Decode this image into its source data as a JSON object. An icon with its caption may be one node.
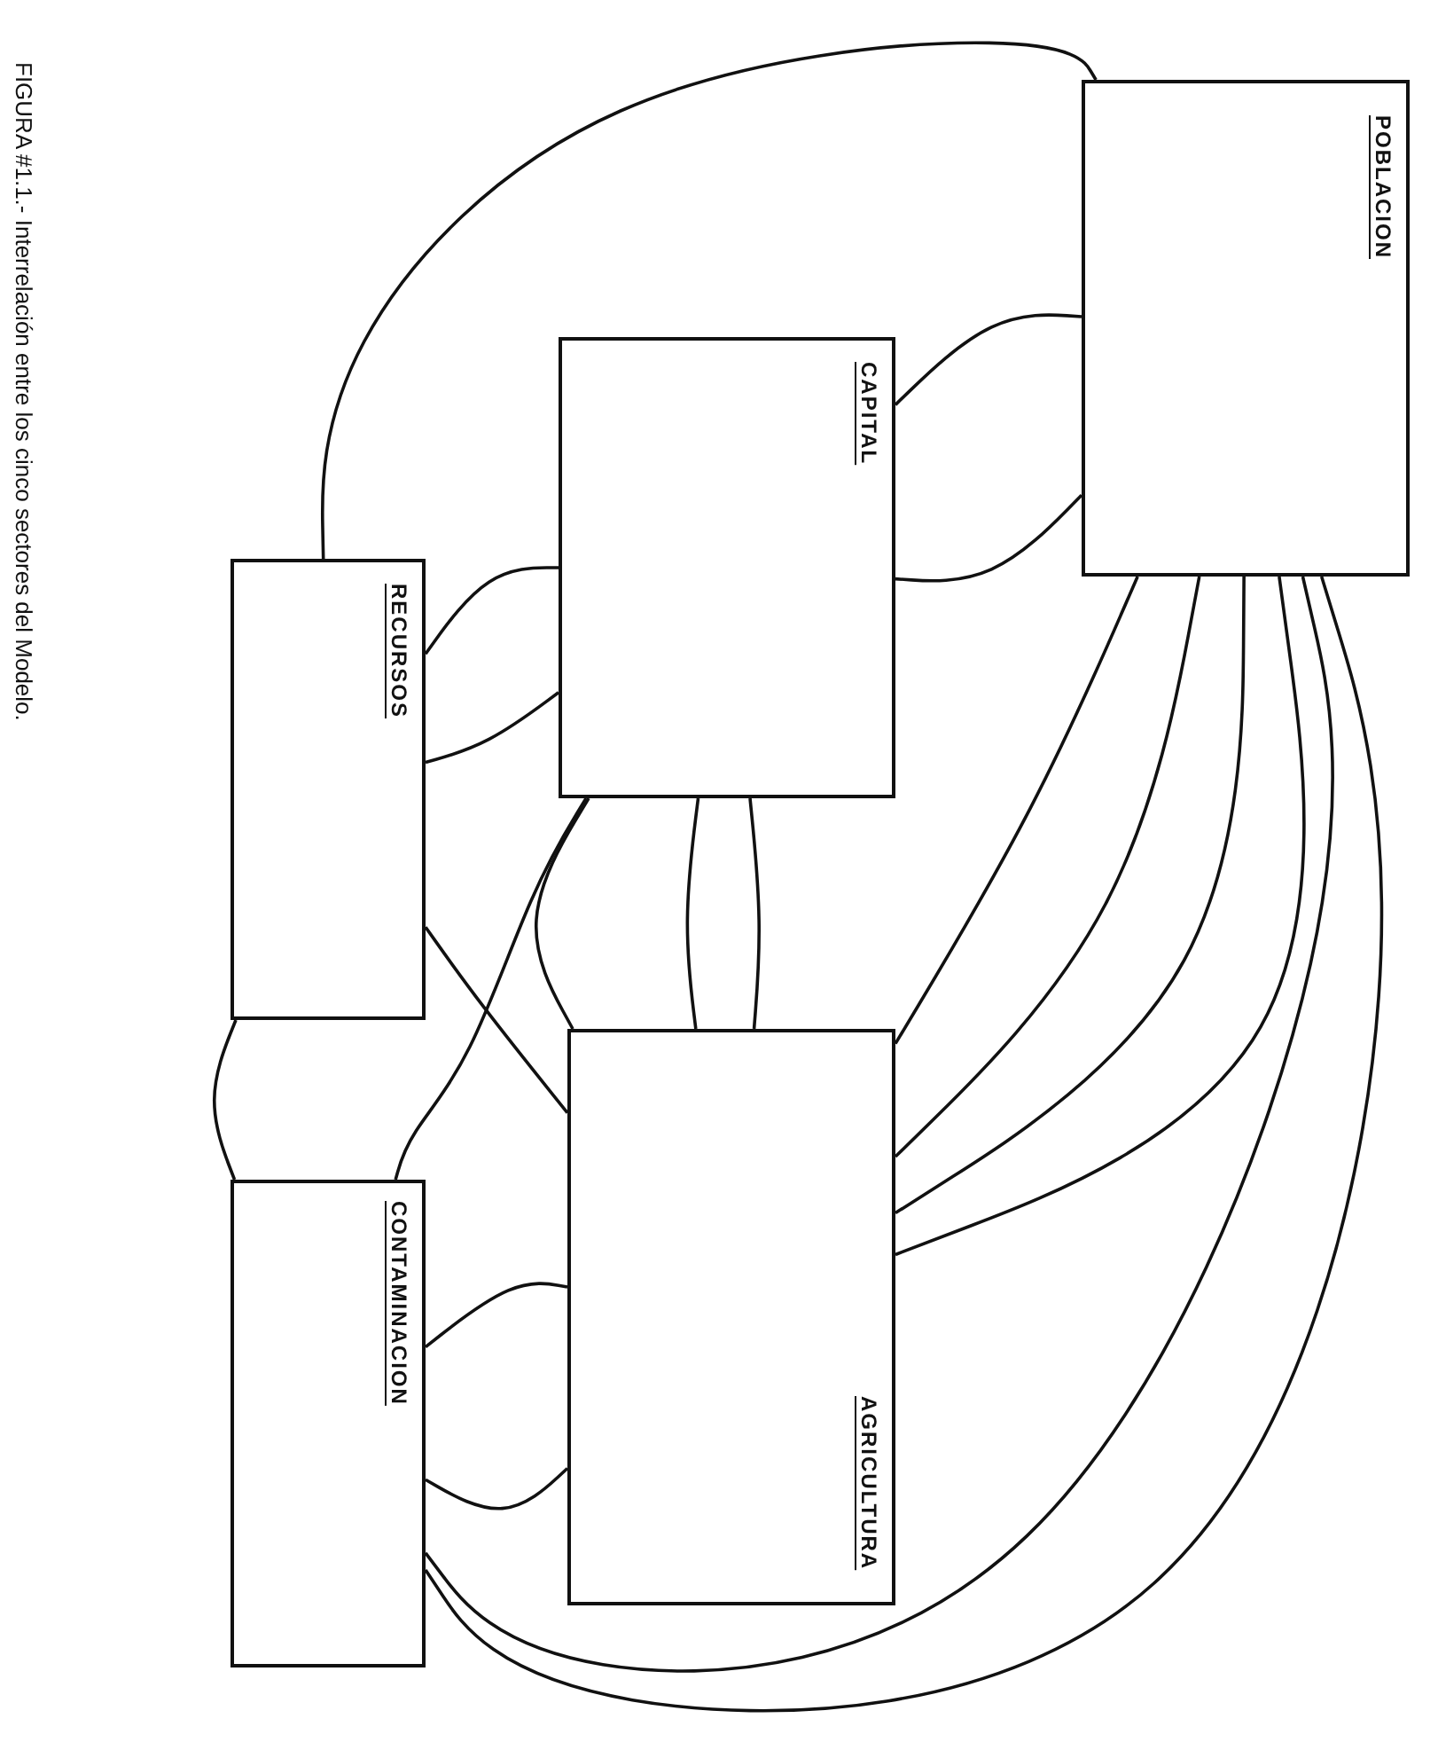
{
  "diagram": {
    "caption": "FIGURA #1.1.- Interrelación entre los cinco sectores del Modelo.",
    "nodes": [
      {
        "text": [
          "POBLACION"
        ]
      },
      {
        "text": [
          "CAPITAL"
        ]
      },
      {
        "text": [
          "AGRICULTURA"
        ]
      },
      {
        "text": [
          "RECURSOS"
        ]
      },
      {
        "text": [
          "CONTAMINACION"
        ]
      }
    ],
    "edges": [
      {
        "from": 0,
        "to": 1,
        "arrow": "none"
      },
      {
        "from": 0,
        "to": 1,
        "arrow": "none"
      },
      {
        "from": 0,
        "to": 2,
        "arrow": "none"
      },
      {
        "from": 0,
        "to": 2,
        "arrow": "none"
      },
      {
        "from": 0,
        "to": 2,
        "arrow": "none"
      },
      {
        "from": 0,
        "to": 2,
        "arrow": "none"
      },
      {
        "from": 0,
        "to": 3,
        "arrow": "none"
      },
      {
        "from": 0,
        "to": 4,
        "arrow": "none"
      },
      {
        "from": 0,
        "to": 4,
        "arrow": "none"
      },
      {
        "from": 1,
        "to": 2,
        "arrow": "none"
      },
      {
        "from": 1,
        "to": 2,
        "arrow": "none"
      },
      {
        "from": 1,
        "to": 2,
        "arrow": "none"
      },
      {
        "from": 1,
        "to": 3,
        "arrow": "none"
      },
      {
        "from": 1,
        "to": 3,
        "arrow": "none"
      },
      {
        "from": 1,
        "to": 4,
        "arrow": "none"
      },
      {
        "from": 2,
        "to": 3,
        "arrow": "none"
      },
      {
        "from": 2,
        "to": 4,
        "arrow": "none"
      },
      {
        "from": 2,
        "to": 4,
        "arrow": "none"
      },
      {
        "from": 3,
        "to": 4,
        "arrow": "none"
      }
    ]
  }
}
